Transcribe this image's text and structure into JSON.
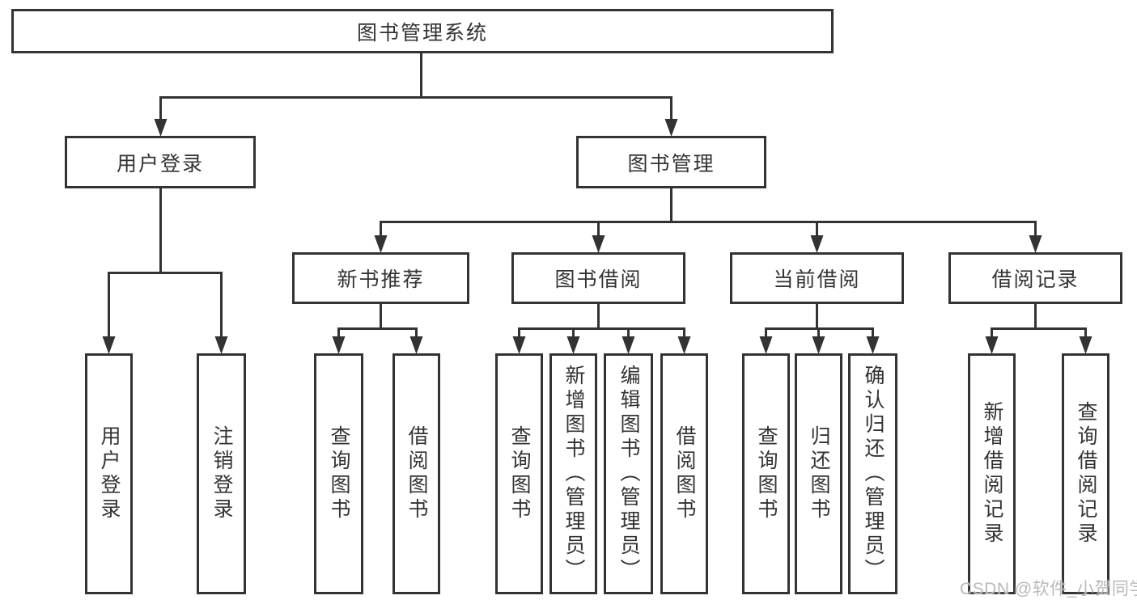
{
  "diagram": {
    "root": "图书管理系统",
    "branches": [
      {
        "label": "用户登录",
        "children": [
          {
            "label": "用户登录"
          },
          {
            "label": "注销登录"
          }
        ]
      },
      {
        "label": "图书管理",
        "children": [
          {
            "label": "新书推荐",
            "children": [
              {
                "label": "查询图书"
              },
              {
                "label": "借阅图书"
              }
            ]
          },
          {
            "label": "图书借阅",
            "children": [
              {
                "label": "查询图书"
              },
              {
                "label": "新增图书（管理员）"
              },
              {
                "label": "编辑图书（管理员）"
              },
              {
                "label": "借阅图书"
              }
            ]
          },
          {
            "label": "当前借阅",
            "children": [
              {
                "label": "查询图书"
              },
              {
                "label": "归还图书"
              },
              {
                "label": "确认归还（管理员）"
              }
            ]
          },
          {
            "label": "借阅记录",
            "children": [
              {
                "label": "新增借阅记录"
              },
              {
                "label": "查询借阅记录"
              }
            ]
          }
        ]
      }
    ]
  },
  "watermark": "CSDN @软件_小贺同学",
  "colors": {
    "line": "#333333",
    "box_border": "#333333",
    "text": "#333333",
    "watermark": "#b9b9b9",
    "background": "#ffffff"
  }
}
